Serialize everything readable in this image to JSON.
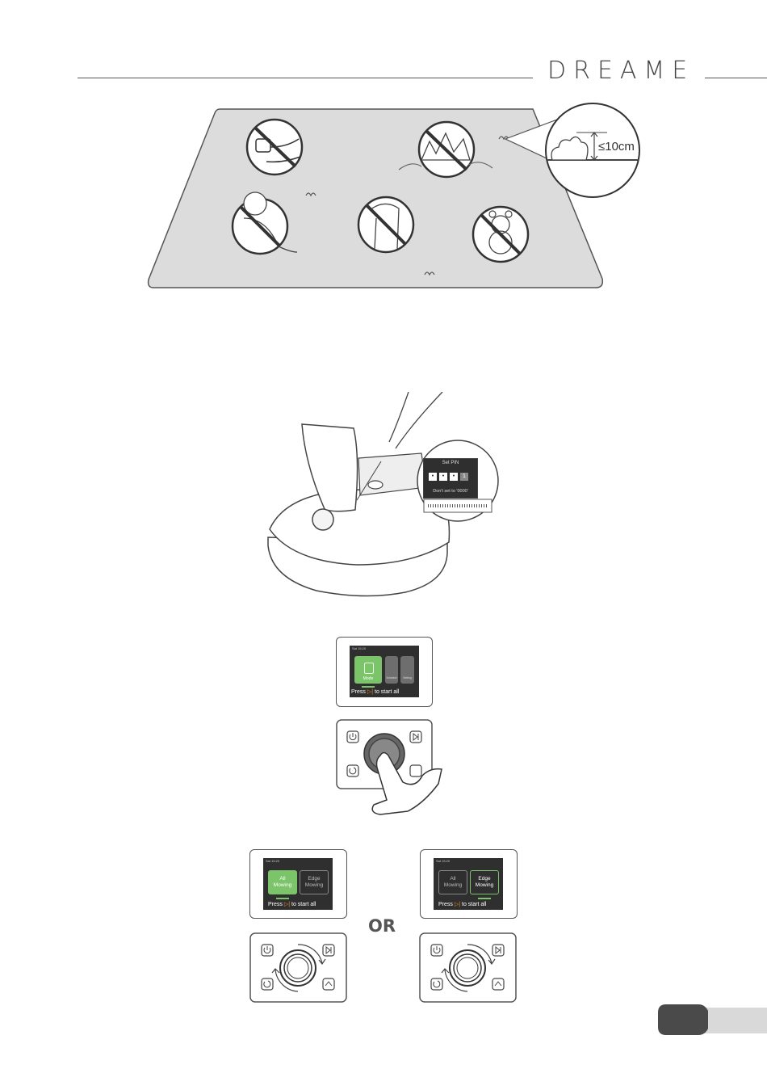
{
  "header": {
    "brand": "DREAME"
  },
  "lawn_figure": {
    "height_limit": "≤10cm"
  },
  "pin_screen": {
    "title": "Set PIN",
    "digits": [
      "•",
      "•",
      "•",
      "1"
    ],
    "warning": "Don't set to '0000'"
  },
  "mode_screen": {
    "status_left": "Sat 15:20",
    "tiles": [
      "Mode",
      "Schedule",
      "Setting"
    ],
    "prompt_prefix": "Press",
    "prompt_suffix": "to start all"
  },
  "mowing_screens": [
    {
      "status_left": "Sat 15:20",
      "option_a": [
        "All",
        "Mowing"
      ],
      "option_b": [
        "Edge",
        "Mowing"
      ],
      "selected": "option_a",
      "prompt_prefix": "Press",
      "prompt_suffix": "to start all"
    },
    {
      "status_left": "Sat 15:20",
      "option_a": [
        "All",
        "Mowing"
      ],
      "option_b": [
        "Edge",
        "Mowing"
      ],
      "selected": "option_b",
      "prompt_prefix": "Press",
      "prompt_suffix": "to start all"
    }
  ],
  "separator": "OR",
  "colors": {
    "accent_green": "#7cc46a",
    "screen_bg": "#2f2f2f",
    "lawn": "#dcdcdc",
    "tab_dark": "#4a4a4a",
    "tab_light": "#d9d9d9"
  }
}
